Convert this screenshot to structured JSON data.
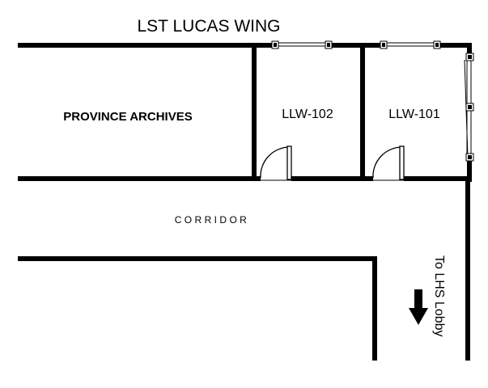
{
  "plan": {
    "title": "LST LUCAS WING",
    "rooms": [
      {
        "id": "province-archives",
        "label": "PROVINCE ARCHIVES"
      },
      {
        "id": "llw-102",
        "label": "LLW-102"
      },
      {
        "id": "llw-101",
        "label": "LLW-101"
      }
    ],
    "corridor_label": "CORRIDOR",
    "direction_label": "To LHS Lobby",
    "direction_arrow": "arrow-down-icon"
  }
}
